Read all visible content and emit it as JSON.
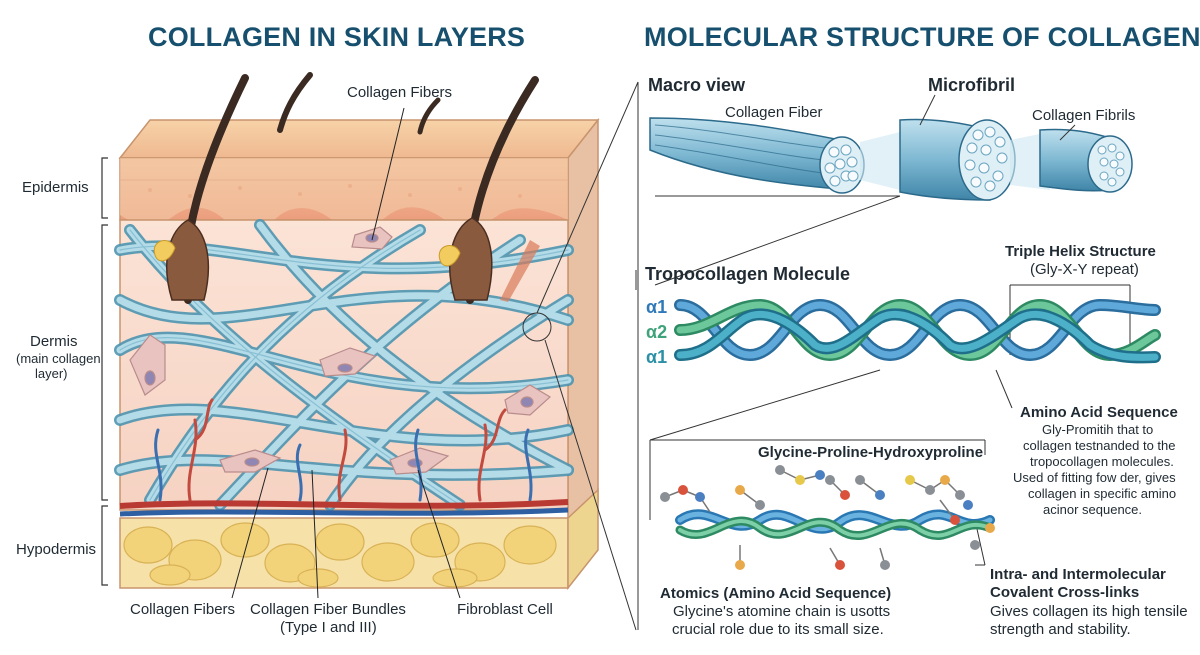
{
  "titles": {
    "left": "COLLAGEN IN SKIN LAYERS",
    "right": "MOLECULAR STRUCTURE OF COLLAGEN"
  },
  "skin": {
    "layers": {
      "epidermis": "Epidermis",
      "dermis": "Dermis",
      "dermis_note_1": "(main collagen",
      "dermis_note_2": "layer)",
      "hypodermis": "Hypodermis"
    },
    "labels": {
      "collagen_fibers_top": "Collagen Fibers",
      "collagen_fibers_bottom": "Collagen Fibers",
      "bundles_1": "Collagen Fiber Bundles",
      "bundles_2": "(Type I and III)",
      "fibroblast": "Fibroblast Cell"
    }
  },
  "molecular": {
    "macro_view": "Macro view",
    "collagen_fiber": "Collagen Fiber",
    "microfibril": "Microfibril",
    "collagen_fibrils": "Collagen Fibrils",
    "tropocollagen": "Tropocollagen Molecule",
    "chains": [
      "α1",
      "α2",
      "α1"
    ],
    "triple_helix_title": "Triple Helix Structure",
    "triple_helix_sub": "(Gly-X-Y repeat)",
    "amino_acid_title": "Amino Acid Sequence",
    "amino_acid_body": [
      "Gly-Promitih that to",
      "collagen testnanded to the",
      "tropocollagen molecules.",
      "Used of fitting fow der, gives",
      "collagen in specific amino",
      "acinor sequence."
    ],
    "gpo": "Glycine-Proline-Hydroxyproline",
    "atomics_title": "Atomics (Amino Acid Sequence)",
    "atomics_body": [
      "Glycine's atomine chain is usotts",
      "crucial role due to its small size."
    ],
    "crosslinks_title_1": "Intra- and Intermolecular",
    "crosslinks_title_2": "Covalent Cross-links",
    "crosslinks_body": [
      "Gives collagen its high tensile",
      "strength and stability."
    ]
  },
  "colors": {
    "title": "#16506e",
    "chain_blue": "#2f79b8",
    "chain_green": "#3fa27a",
    "chain_teal": "#2b8fa6",
    "fiber": "#8fc2d6",
    "epidermis": "#f0b48f",
    "fat": "#f3d98c"
  }
}
